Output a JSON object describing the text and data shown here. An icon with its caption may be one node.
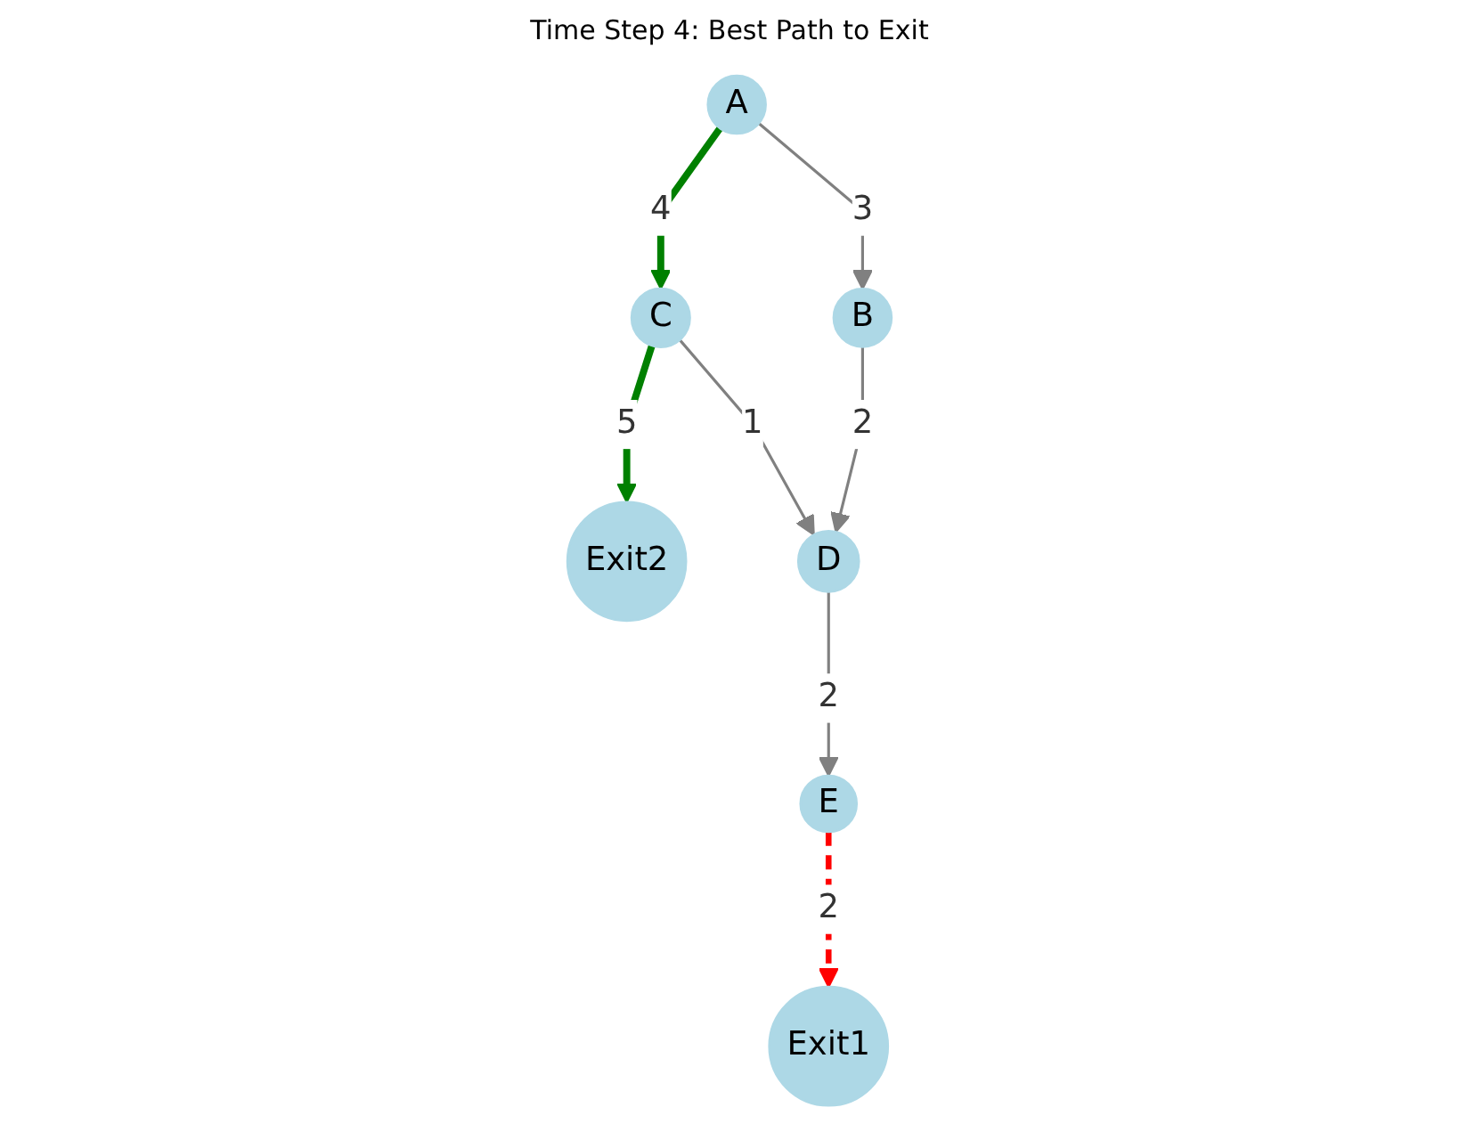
{
  "diagram": {
    "title": "Time Step 4: Best Path to Exit",
    "nodes": [
      {
        "text": [
          "Exit2"
        ]
      },
      {
        "text": [
          "C"
        ]
      },
      {
        "text": [
          "A"
        ]
      },
      {
        "text": [
          "D"
        ]
      },
      {
        "text": [
          "B"
        ]
      },
      {
        "text": [
          "E"
        ]
      },
      {
        "text": [
          "Exit1"
        ]
      }
    ],
    "edges": [
      {
        "from": 2,
        "to": 1,
        "arrow": "to",
        "label": "4",
        "style": "thick",
        "color": "#008000"
      },
      {
        "from": 1,
        "to": 0,
        "arrow": "to",
        "label": "5",
        "style": "thick",
        "color": "#008000"
      },
      {
        "from": 1,
        "to": 3,
        "arrow": "to",
        "label": "1"
      },
      {
        "from": 2,
        "to": 4,
        "arrow": "to",
        "label": "3"
      },
      {
        "from": 4,
        "to": 3,
        "arrow": "to",
        "label": "2"
      },
      {
        "from": 3,
        "to": 5,
        "arrow": "to",
        "label": "2"
      },
      {
        "from": 5,
        "to": 6,
        "arrow": "to",
        "label": "2",
        "style": "dashed",
        "color": "#ff0000"
      }
    ]
  }
}
